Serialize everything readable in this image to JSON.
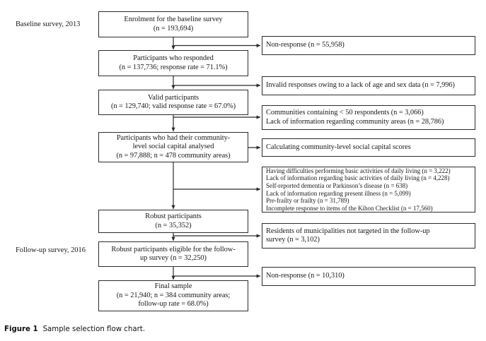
{
  "figure": {
    "label": "Figure 1",
    "caption": "Sample selection flow chart."
  },
  "stages": [
    {
      "id": "baseline",
      "label": "Baseline survey, 2013"
    },
    {
      "id": "followup",
      "label": "Follow-up survey, 2016"
    }
  ],
  "nodes": [
    {
      "id": "enrolment",
      "lines": [
        "Enrolment for the baseline survey",
        "(n = 193,694)"
      ]
    },
    {
      "id": "responded",
      "lines": [
        "Participants who responded",
        "(n = 137,736; response rate = 71.1%)"
      ]
    },
    {
      "id": "valid",
      "lines": [
        "Valid participants",
        "(n = 129,740; valid response rate = 67.0%)"
      ]
    },
    {
      "id": "community-analysed",
      "lines": [
        "Participants who had their community-",
        "level social capital analysed",
        "(n = 97,888; n = 478 community areas)"
      ]
    },
    {
      "id": "robust",
      "lines": [
        "Robust participants",
        "(n = 35,352)"
      ]
    },
    {
      "id": "eligible",
      "lines": [
        "Robust participants eligible for the follow-",
        "up survey (n = 32,250)"
      ]
    },
    {
      "id": "final-sample",
      "lines": [
        "Final sample",
        "(n = 21,940; n = 384 community areas;",
        "follow-up rate = 68.0%)"
      ]
    }
  ],
  "exclusions": [
    {
      "id": "non-response-baseline",
      "lines": [
        "Non-response (n = 55,958)"
      ]
    },
    {
      "id": "invalid-responses",
      "lines": [
        "Invalid responses owing to a lack of age and sex data (n = 7,996)"
      ]
    },
    {
      "id": "community-exclusions",
      "lines": [
        "Communities containing < 50 respondents (n = 3,066)",
        "Lack of information regarding community areas (n = 28,786)"
      ]
    },
    {
      "id": "calculating-scores",
      "lines": [
        "Calculating community-level social capital scores"
      ]
    },
    {
      "id": "robust-exclusions",
      "lines": [
        "Having difficulties performing basic activities of daily living (n = 3,222)",
        "Lack of information regarding basic activities of daily living (n = 4,228)",
        "Self-reported dementia or Parkinson’s disease (n = 638)",
        "Lack of information regarding present illness (n = 5,099)",
        "Pre-frailty or frailty (n = 31,789)",
        "Incomplete response to items of the Kihon Checklist (n = 17,560)"
      ]
    },
    {
      "id": "not-targeted",
      "lines": [
        "Residents of municipalities not targeted in the follow-up",
        "survey (n = 3,102)"
      ]
    },
    {
      "id": "non-response-followup",
      "lines": [
        "Non-response (n = 10,310)"
      ]
    }
  ],
  "colors": {
    "border": "#2b2b2b",
    "text": "#1a1a1a",
    "background": "#ffffff"
  }
}
